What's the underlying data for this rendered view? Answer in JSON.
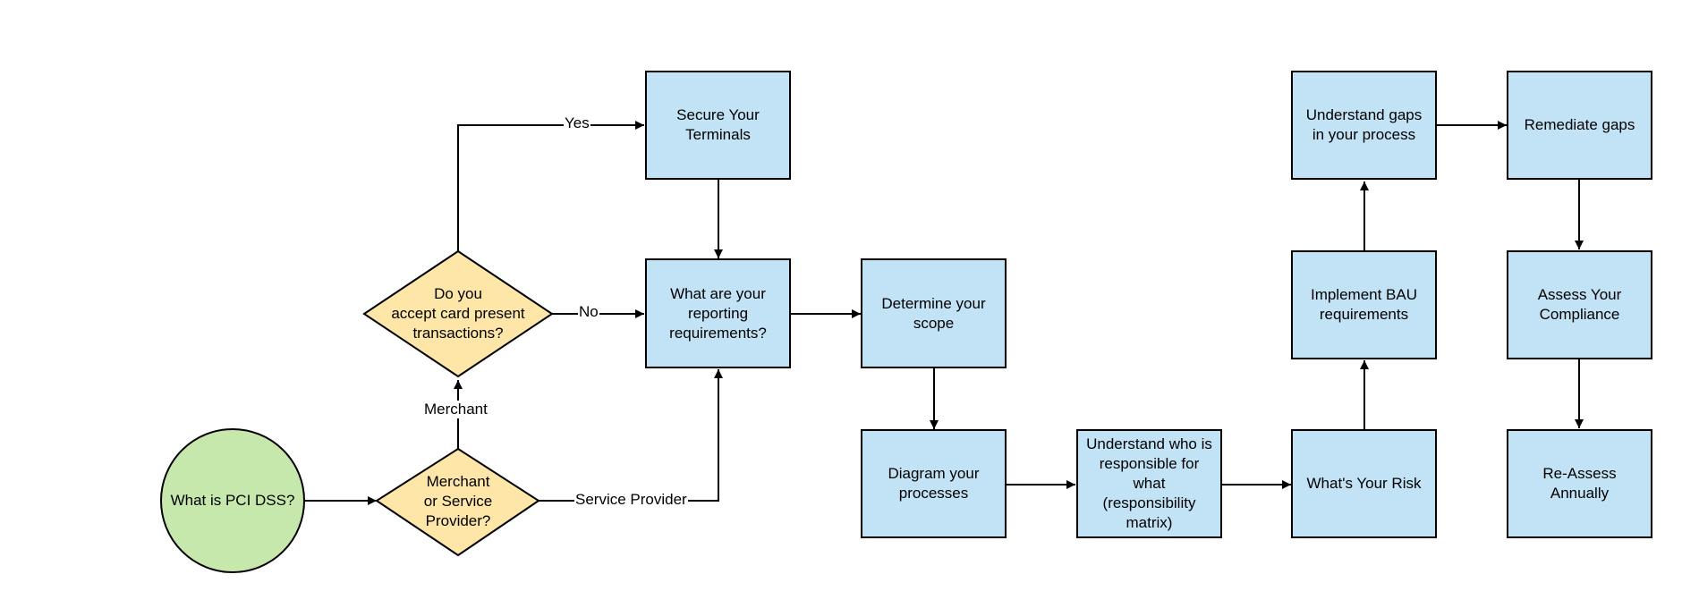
{
  "colors": {
    "process_fill": "#c2e3f5",
    "decision_fill": "#fde6a8",
    "start_fill": "#c6e8ad",
    "stroke": "#000000"
  },
  "nodes": {
    "start": "What is PCI DSS?",
    "merchant_or_provider": "Merchant\nor Service\nProvider?",
    "card_present": "Do you\naccept card present\ntransactions?",
    "secure_terminals": "Secure Your\nTerminals",
    "reporting_requirements": "What are your\nreporting\nrequirements?",
    "determine_scope": "Determine your\nscope",
    "diagram_processes": "Diagram your\nprocesses",
    "responsibility_matrix": "Understand who is\nresponsible for\nwhat\n(responsibility\nmatrix)",
    "whats_your_risk": "What's Your Risk",
    "implement_bau": "Implement BAU\nrequirements",
    "understand_gaps": "Understand gaps\nin your process",
    "remediate_gaps": "Remediate gaps",
    "assess_compliance": "Assess Your\nCompliance",
    "reassess_annually": "Re-Assess\nAnnually"
  },
  "edge_labels": {
    "merchant": "Merchant",
    "service_provider": "Service Provider",
    "yes": "Yes",
    "no": "No"
  }
}
